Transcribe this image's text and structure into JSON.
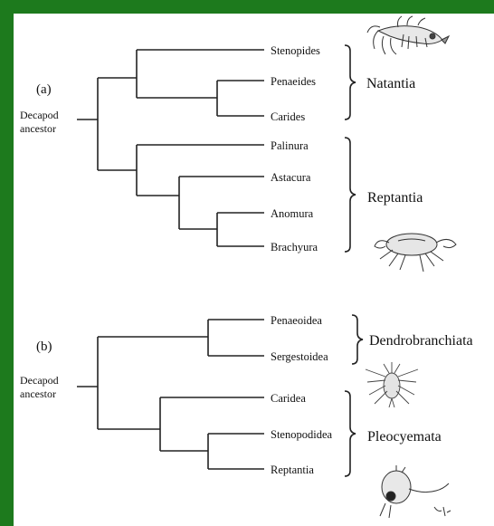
{
  "panel_a": {
    "label": "(a)",
    "ancestor_line1": "Decapod",
    "ancestor_line2": "ancestor",
    "taxa": [
      "Stenopides",
      "Penaeides",
      "Carides",
      "Palinura",
      "Astacura",
      "Anomura",
      "Brachyura"
    ],
    "groups": [
      "Natantia",
      "Reptantia"
    ],
    "illustrations": [
      "shrimp-drawing",
      "crab-drawing"
    ]
  },
  "panel_b": {
    "label": "(b)",
    "ancestor_line1": "Decapod",
    "ancestor_line2": "ancestor",
    "taxa": [
      "Penaeoidea",
      "Sergestoidea",
      "Caridea",
      "Stenopodidea",
      "Reptantia"
    ],
    "groups": [
      "Dendrobranchiata",
      "Pleocyemata"
    ],
    "illustrations": [
      "larva-drawing",
      "zoea-drawing"
    ]
  },
  "colors": {
    "frame": "#1d7a1d",
    "lines": "#222222"
  }
}
